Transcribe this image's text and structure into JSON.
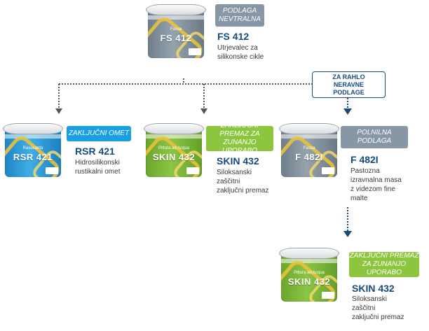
{
  "top": {
    "tag": "PODLAGA NEVTRALNA",
    "code": "FS 412",
    "desc": "Utrjevalec za\nsilikonske cikle",
    "bucket_sub": "Fassa",
    "bucket_code": "FS 412"
  },
  "note": {
    "text": "ZA RAHLO\nNERAVNE\nPODLAGE"
  },
  "rsr": {
    "tag": "ZAKLJUČNI OMET",
    "code": "RSR 421",
    "desc": "Hidrosilikonski\nrustikalni omet",
    "bucket_sub": "Rasosanta",
    "bucket_code": "RSR 421"
  },
  "skin1": {
    "tag": "ZAKLJUČNI PREMAZ ZA ZUNANJO UPORABO",
    "code": "SKIN 432",
    "desc": "Siloksanski\nzaščitni\nzaključni premaz",
    "bucket_sub": "Pittura ad Acqua",
    "bucket_code": "SKIN 432"
  },
  "f482": {
    "tag": "POLNILNA PODLAGA",
    "code": "F 482I",
    "desc": "Pastozna\nizravnalna masa\nz videzom fine\nmalte",
    "bucket_sub": "Fassa",
    "bucket_code": "F 482I"
  },
  "skin2": {
    "tag": "ZAKLJUČNI PREMAZ ZA ZUNANJO UPORABO",
    "code": "SKIN 432",
    "desc": "Siloksanski\nzaščitni\nzaključni premaz",
    "bucket_sub": "Pittura ad Acqua",
    "bucket_code": "SKIN 432"
  },
  "colors": {
    "arrow": "#555555",
    "blue_arrow": "#174b80",
    "code_text": "#164a7e"
  }
}
